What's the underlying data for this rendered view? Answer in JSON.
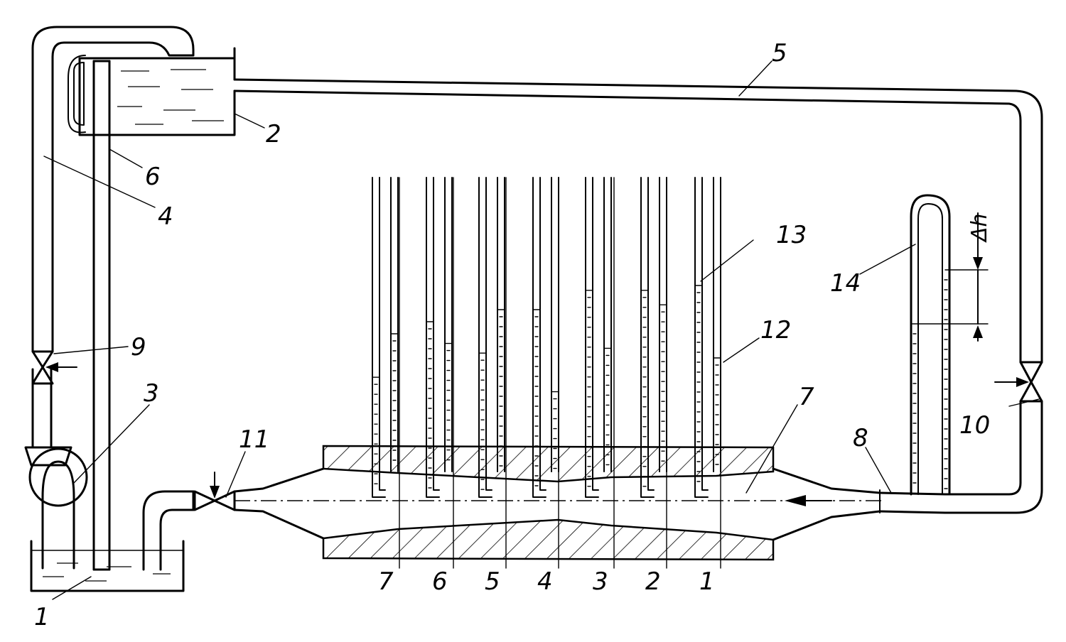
{
  "labels": {
    "sump": "1",
    "head_tank": "2",
    "pump": "3",
    "supply_pipe": "4",
    "return_pipe": "5",
    "overflow_pipe": "6",
    "test_channel": "7",
    "inlet_section": "8",
    "valve_9": "9",
    "valve_10": "10",
    "valve_11": "11",
    "piezometer": "12",
    "pitot_tube": "13",
    "manometer": "14",
    "delta_h": "Δh"
  },
  "sections": [
    "7",
    "6",
    "5",
    "4",
    "3",
    "2",
    "1"
  ],
  "piezometers": [
    {
      "piezo_level": 0.5,
      "pitot_level": 0.32
    },
    {
      "piezo_level": 0.46,
      "pitot_level": 0.55
    },
    {
      "piezo_level": 0.6,
      "pitot_level": 0.42
    },
    {
      "piezo_level": 0.26,
      "pitot_level": 0.6
    },
    {
      "piezo_level": 0.44,
      "pitot_level": 0.68
    },
    {
      "piezo_level": 0.62,
      "pitot_level": 0.68
    },
    {
      "piezo_level": 0.4,
      "pitot_level": 0.7
    }
  ],
  "colors": {
    "line": "#000000",
    "background": "#ffffff"
  }
}
